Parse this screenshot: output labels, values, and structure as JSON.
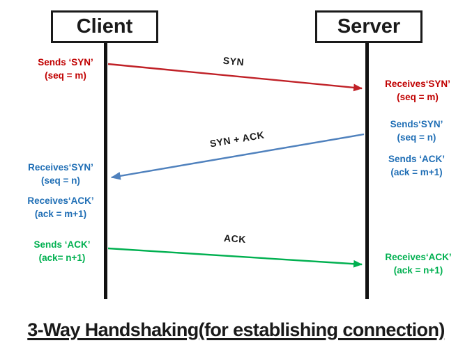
{
  "diagram": {
    "title": "3-Way Handshaking(for establishing connection)",
    "type": "sequence-diagram",
    "actors": {
      "client": "Client",
      "server": "Server"
    },
    "messages": {
      "syn": {
        "label": "SYN",
        "from": "Client",
        "to": "Server",
        "color": "#c02127"
      },
      "syn_ack": {
        "label": "SYN + ACK",
        "from": "Server",
        "to": "Client",
        "color": "#4f81bd"
      },
      "ack": {
        "label": "ACK",
        "from": "Client",
        "to": "Server",
        "color": "#00b050"
      }
    },
    "events": {
      "client_sends_syn": {
        "line1": "Sends ‘SYN’",
        "line2": "(seq = m)",
        "color": "#c00000"
      },
      "server_receives_syn": {
        "line1": "Receives‘SYN’",
        "line2": "(seq = m)",
        "color": "#c00000"
      },
      "server_sends_syn": {
        "line1": "Sends‘SYN’",
        "line2": "(seq = n)",
        "color": "#1f6eb5"
      },
      "server_sends_ack": {
        "line1": "Sends ‘ACK’",
        "line2": "(ack = m+1)",
        "color": "#1f6eb5"
      },
      "client_receives_syn": {
        "line1": "Receives‘SYN’",
        "line2": "(seq = n)",
        "color": "#1f6eb5"
      },
      "client_receives_ack": {
        "line1": "Receives‘ACK’",
        "line2": "(ack = m+1)",
        "color": "#1f6eb5"
      },
      "client_sends_ack": {
        "line1": "Sends ‘ACK’",
        "line2": "(ack= n+1)",
        "color": "#00b050"
      },
      "server_receives_ack": {
        "line1": "Receives‘ACK’",
        "line2": "(ack = n+1)",
        "color": "#00b050"
      }
    },
    "colors": {
      "lifeline": "#121212",
      "box_border": "#1a1a1a",
      "syn_arrow": "#c02127",
      "syn_ack_arrow": "#4f81bd",
      "ack_arrow": "#00b050",
      "red_text": "#c00000",
      "blue_text": "#1f6eb5",
      "green_text": "#00b050"
    }
  }
}
